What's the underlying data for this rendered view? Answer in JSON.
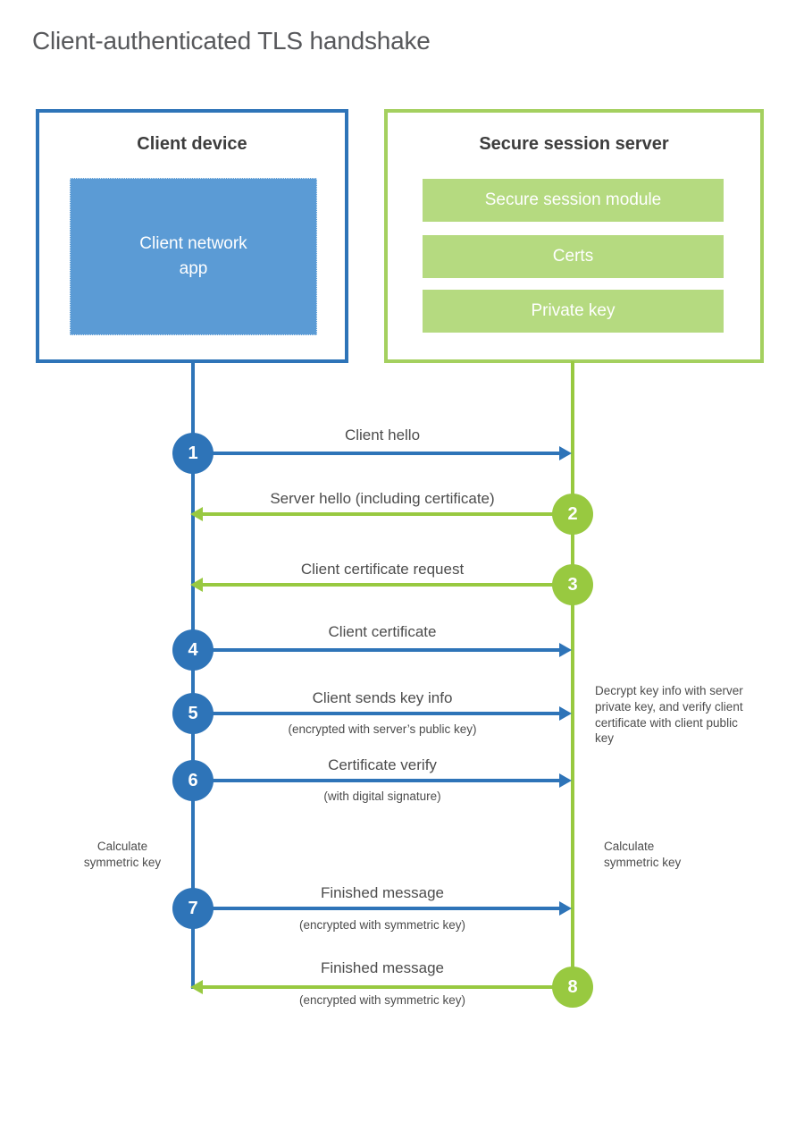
{
  "title": "Client-authenticated TLS handshake",
  "colors": {
    "blue_accent": "#2e74b8",
    "blue_fill": "#5b9bd5",
    "green_accent": "#98c940",
    "green_border": "#a4d05f",
    "green_fill": "#b5da80",
    "heading_text": "#3d3d3d",
    "label_text": "#4c4c4c",
    "title_text": "#57585b"
  },
  "client": {
    "title": "Client device",
    "app_label": "Client network app"
  },
  "server": {
    "title": "Secure session server",
    "modules": [
      "Secure session module",
      "Certs",
      "Private key"
    ]
  },
  "steps": [
    {
      "num": "1",
      "label": "Client hello",
      "sub": "",
      "direction": "right",
      "color": "blue"
    },
    {
      "num": "2",
      "label": "Server hello (including certificate)",
      "sub": "",
      "direction": "left",
      "color": "green"
    },
    {
      "num": "3",
      "label": "Client certificate request",
      "sub": "",
      "direction": "left",
      "color": "green"
    },
    {
      "num": "4",
      "label": "Client certificate",
      "sub": "",
      "direction": "right",
      "color": "blue"
    },
    {
      "num": "5",
      "label": "Client sends key info",
      "sub": "(encrypted with server’s public key)",
      "direction": "right",
      "color": "blue"
    },
    {
      "num": "6",
      "label": "Certificate verify",
      "sub": "(with digital signature)",
      "direction": "right",
      "color": "blue"
    },
    {
      "num": "7",
      "label": "Finished message",
      "sub": "(encrypted with symmetric key)",
      "direction": "right",
      "color": "blue"
    },
    {
      "num": "8",
      "label": "Finished message",
      "sub": "(encrypted with symmetric key)",
      "direction": "left",
      "color": "green"
    }
  ],
  "notes": {
    "decrypt": "Decrypt key info with server private key, and verify client certificate with client public key",
    "calculate_left": "Calculate symmetric key",
    "calculate_right": "Calculate symmetric key"
  }
}
